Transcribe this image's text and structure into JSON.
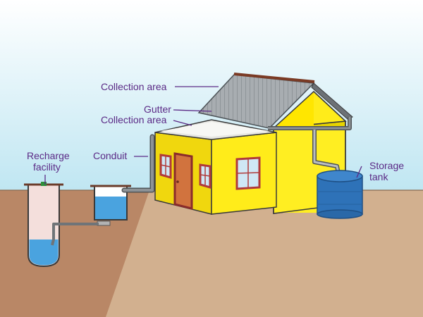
{
  "labels": {
    "collection_area_roof": "Collection area",
    "gutter": "Gutter",
    "collection_area_flat": "Collection area",
    "conduit": "Conduit",
    "recharge_facility_line1": "Recharge",
    "recharge_facility_line2": "facility",
    "storage_tank_line1": "Storage",
    "storage_tank_line2": "tank"
  },
  "colors": {
    "label_text": "#5b2a86",
    "sky_top": "#ffffff",
    "sky_bottom": "#bfe6f2",
    "ground": "#d2b08f",
    "ground_shadow": "#b98766",
    "house_wall": "#ffec1a",
    "roof_metal": "#9aa0a4",
    "tank": "#2e72b8",
    "water": "#4aa3df",
    "pipe": "#6f7478"
  }
}
